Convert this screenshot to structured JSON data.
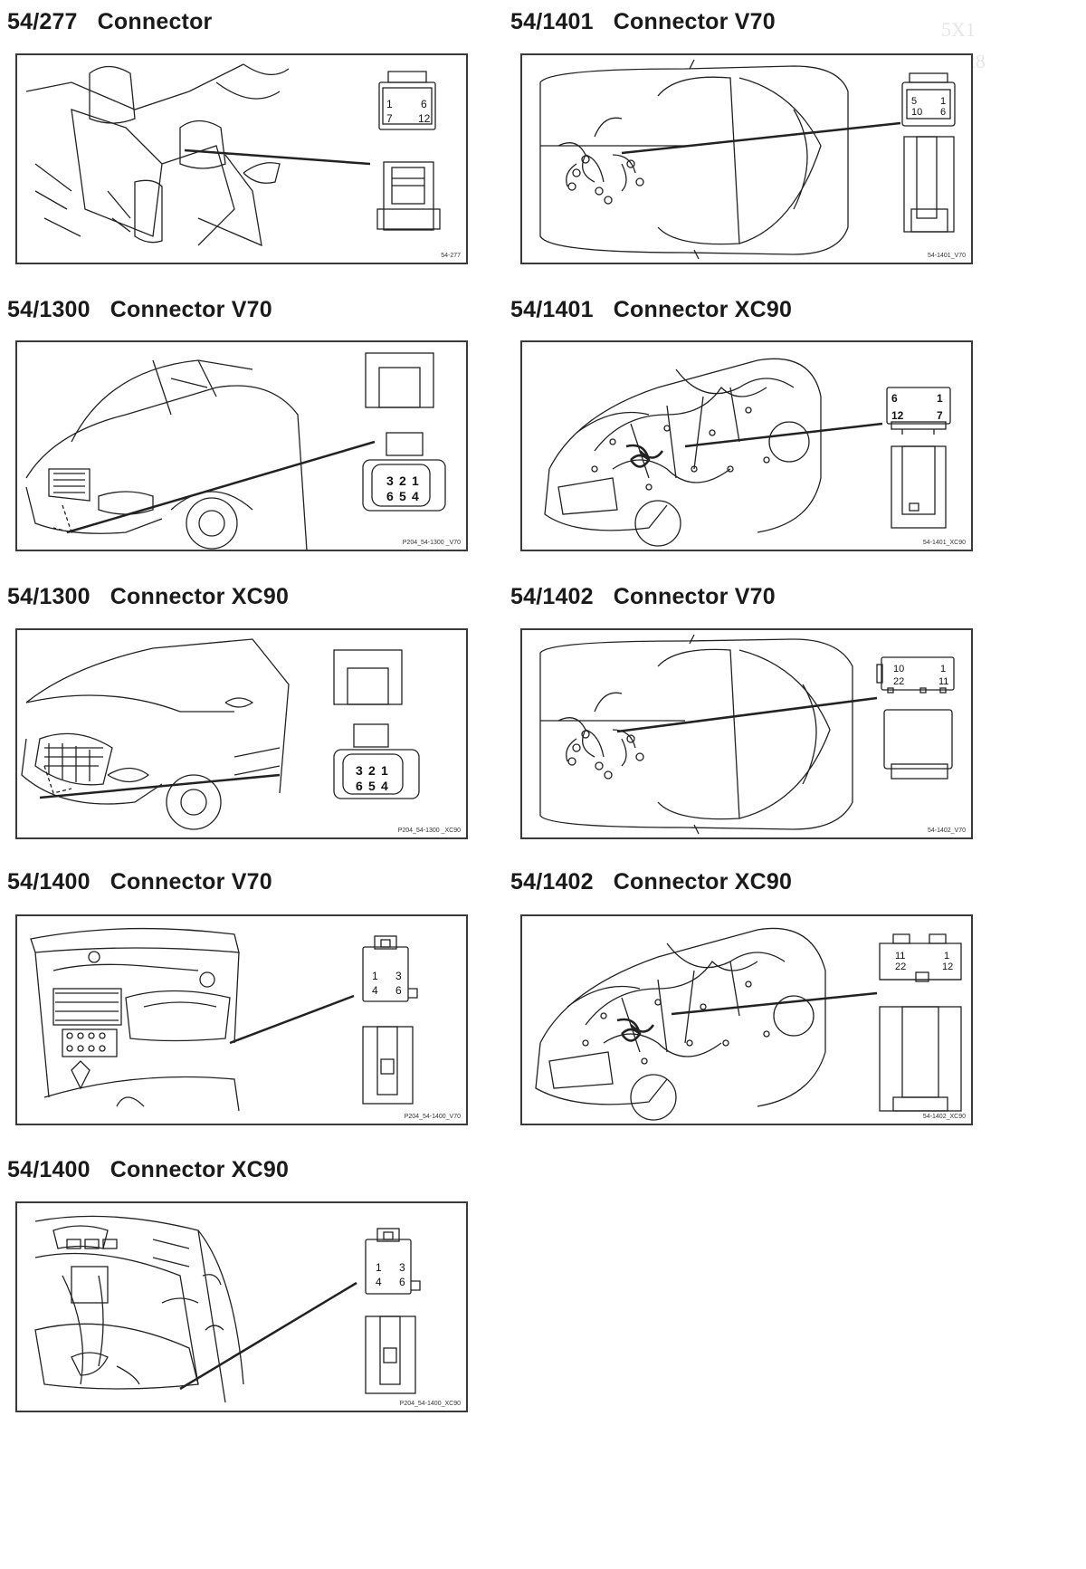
{
  "sections": [
    {
      "code": "54/277",
      "title": "Connector",
      "caption": "54-277",
      "pins": [
        "1",
        "6",
        "7",
        "12"
      ]
    },
    {
      "code": "54/1401",
      "title": "Connector V70",
      "caption": "54-1401_V70",
      "pins": [
        "5",
        "1",
        "10",
        "6"
      ]
    },
    {
      "code": "54/1300",
      "title": "Connector V70",
      "caption": "P204_54-1300 _V70",
      "pins": [
        "3",
        "2",
        "1",
        "6",
        "5",
        "4"
      ]
    },
    {
      "code": "54/1401",
      "title": "Connector XC90",
      "caption": "54-1401_XC90",
      "pins": [
        "6",
        "1",
        "12",
        "7"
      ]
    },
    {
      "code": "54/1300",
      "title": "Connector XC90",
      "caption": "P204_54-1300 _XC90",
      "pins": [
        "3",
        "2",
        "1",
        "6",
        "5",
        "4"
      ]
    },
    {
      "code": "54/1402",
      "title": "Connector V70",
      "caption": "54-1402_V70",
      "pins": [
        "10",
        "1",
        "22",
        "11"
      ]
    },
    {
      "code": "54/1400",
      "title": "Connector V70",
      "caption": "P204_54-1400_V70",
      "pins": [
        "1",
        "3",
        "4",
        "6"
      ]
    },
    {
      "code": "54/1402",
      "title": "Connector XC90",
      "caption": "54-1402_XC90",
      "pins": [
        "11",
        "1",
        "22",
        "12"
      ]
    },
    {
      "code": "54/1400",
      "title": "Connector XC90",
      "caption": "P204_54-1400_XC90",
      "pins": [
        "1",
        "3",
        "4",
        "6"
      ]
    }
  ]
}
